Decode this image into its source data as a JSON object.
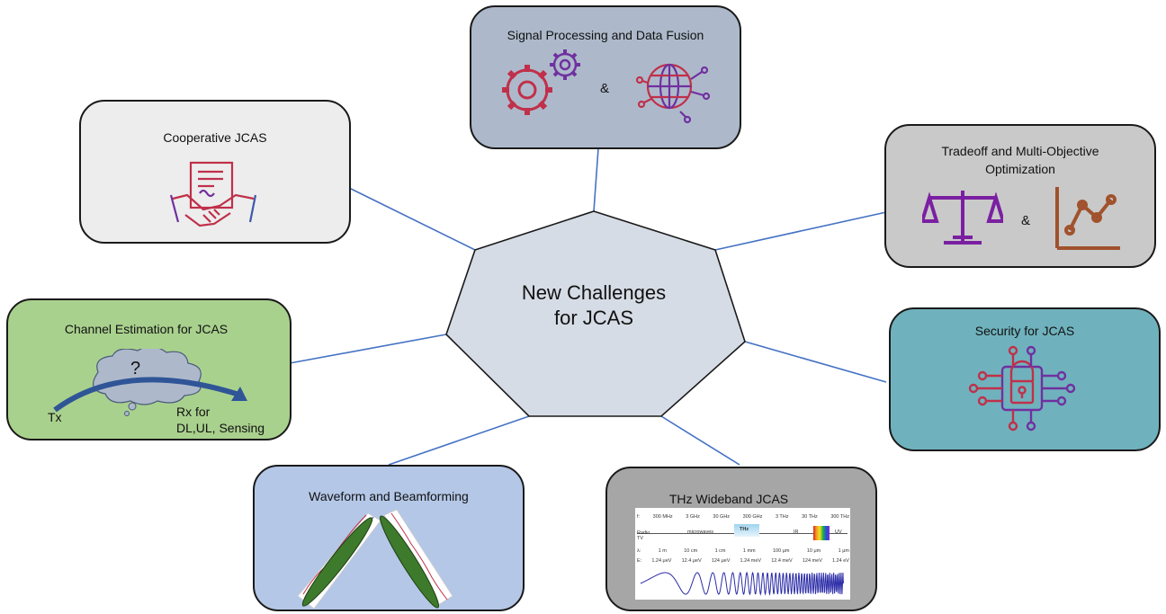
{
  "center": {
    "line1": "New Challenges",
    "line2": "for JCAS"
  },
  "nodes": {
    "signal_processing": {
      "title": "Signal Processing and Data Fusion",
      "amp": "&"
    },
    "cooperative": {
      "title": "Cooperative JCAS"
    },
    "tradeoff": {
      "title_line1": "Tradeoff and Multi-Objective",
      "title_line2": "Optimization",
      "amp": "&"
    },
    "channel": {
      "title": "Channel Estimation for JCAS",
      "question": "?",
      "tx": "Tx",
      "rx_line1": "Rx for",
      "rx_line2": "DL,UL, Sensing"
    },
    "security": {
      "title": "Security for JCAS"
    },
    "waveform": {
      "title": "Waveform and Beamforming"
    },
    "thz": {
      "title": "THz Wideband JCAS",
      "freqs": [
        "f:",
        "300 MHz",
        "3 GHz",
        "30 GHz",
        "300 GHz",
        "3 THz",
        "30 THz",
        "300 THz"
      ],
      "bands": [
        "Radio TV",
        "microwaves",
        "THz",
        "IR",
        "UV"
      ],
      "wavelengths": [
        "λ:",
        "1 m",
        "10 cm",
        "1 cm",
        "1 mm",
        "100 μm",
        "10 μm",
        "1 μm"
      ],
      "energies": [
        "E:",
        "1.24 μeV",
        "12.4 μeV",
        "124 μeV",
        "1.24 meV",
        "12.4 meV",
        "124 meV",
        "1.24 eV"
      ]
    }
  },
  "colors": {
    "signal_bg": "#adb9ca",
    "cooperative_bg": "#ededed",
    "tradeoff_bg": "#c9c9c9",
    "channel_bg": "#a9d18e",
    "security_bg": "#6fb2bd",
    "waveform_bg": "#b4c7e7",
    "thz_bg": "#a6a6a6",
    "heptagon_fill": "#d6dce5",
    "connector": "#4472c4",
    "icon_red": "#c0304a",
    "icon_purple": "#7030a0",
    "icon_blue": "#3c5aa8",
    "scale_purple": "#7b1fa2",
    "chart_brown": "#a0522d",
    "beam_green": "#3e7a2c"
  }
}
